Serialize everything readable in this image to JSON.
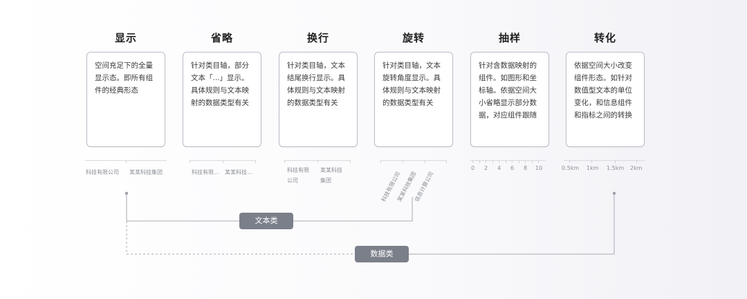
{
  "columns": [
    {
      "title": "显示",
      "description": "空间充足下的全量显示态。即所有组件的经典形态",
      "labels": [
        "科技有限公司",
        "某某科技集团"
      ]
    },
    {
      "title": "省略",
      "description": "针对类目轴，部分文本「...」显示。具体规则与文本映射的数据类型有关",
      "labels": [
        "科技有限...",
        "某某科技..."
      ]
    },
    {
      "title": "换行",
      "description": "针对类目轴，文本结尾换行显示。具体规则与文本映射的数据类型有关",
      "labels": [
        "科技有限",
        "公司",
        "某某科技",
        "集团"
      ]
    },
    {
      "title": "旋转",
      "description": "针对类目轴，文本旋转角度显示。具体规则与文本映射的数据类型有关",
      "labels": [
        "科技有限公司",
        "某某科技集团",
        "信息计算公司"
      ]
    },
    {
      "title": "抽样",
      "description": "针对含数据映射的组件。如图形和坐标轴。依据空间大小省略显示部分数据，对应组件跟随",
      "labels": [
        "0",
        "2",
        "4",
        "6",
        "8",
        "10"
      ]
    },
    {
      "title": "转化",
      "description": "依据空间大小改变组件形态。如针对数值型文本的单位变化，和信息组件和指标之间的转换",
      "labels": [
        "0.5km",
        "1km",
        "1.5km",
        "2km"
      ]
    }
  ],
  "groups": {
    "text_label": "文本类",
    "data_label": "数据类"
  }
}
